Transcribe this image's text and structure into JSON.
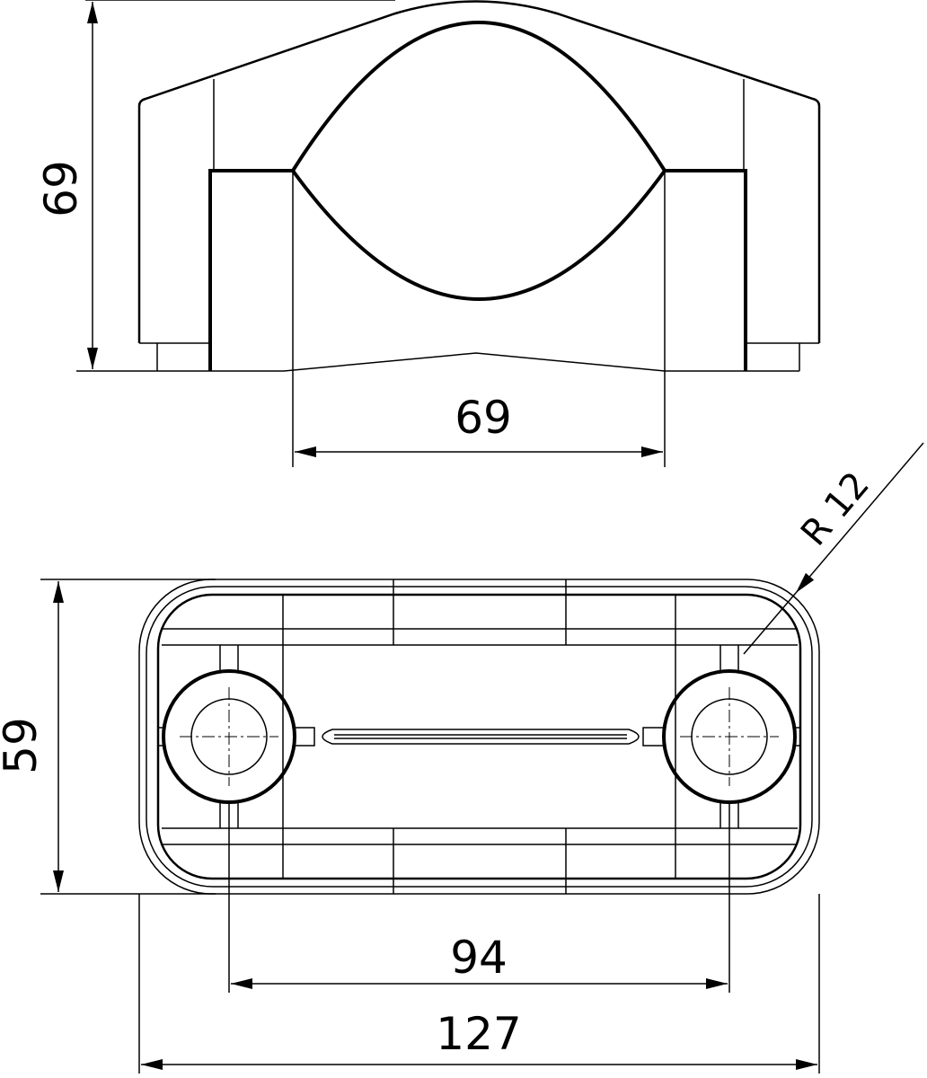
{
  "dimensions": {
    "top_height": "69",
    "top_width": "69",
    "radius": "R 12",
    "bottom_height": "59",
    "hole_spacing": "94",
    "overall_length": "127"
  },
  "colors": {
    "line": "#000000",
    "background": "#ffffff"
  }
}
